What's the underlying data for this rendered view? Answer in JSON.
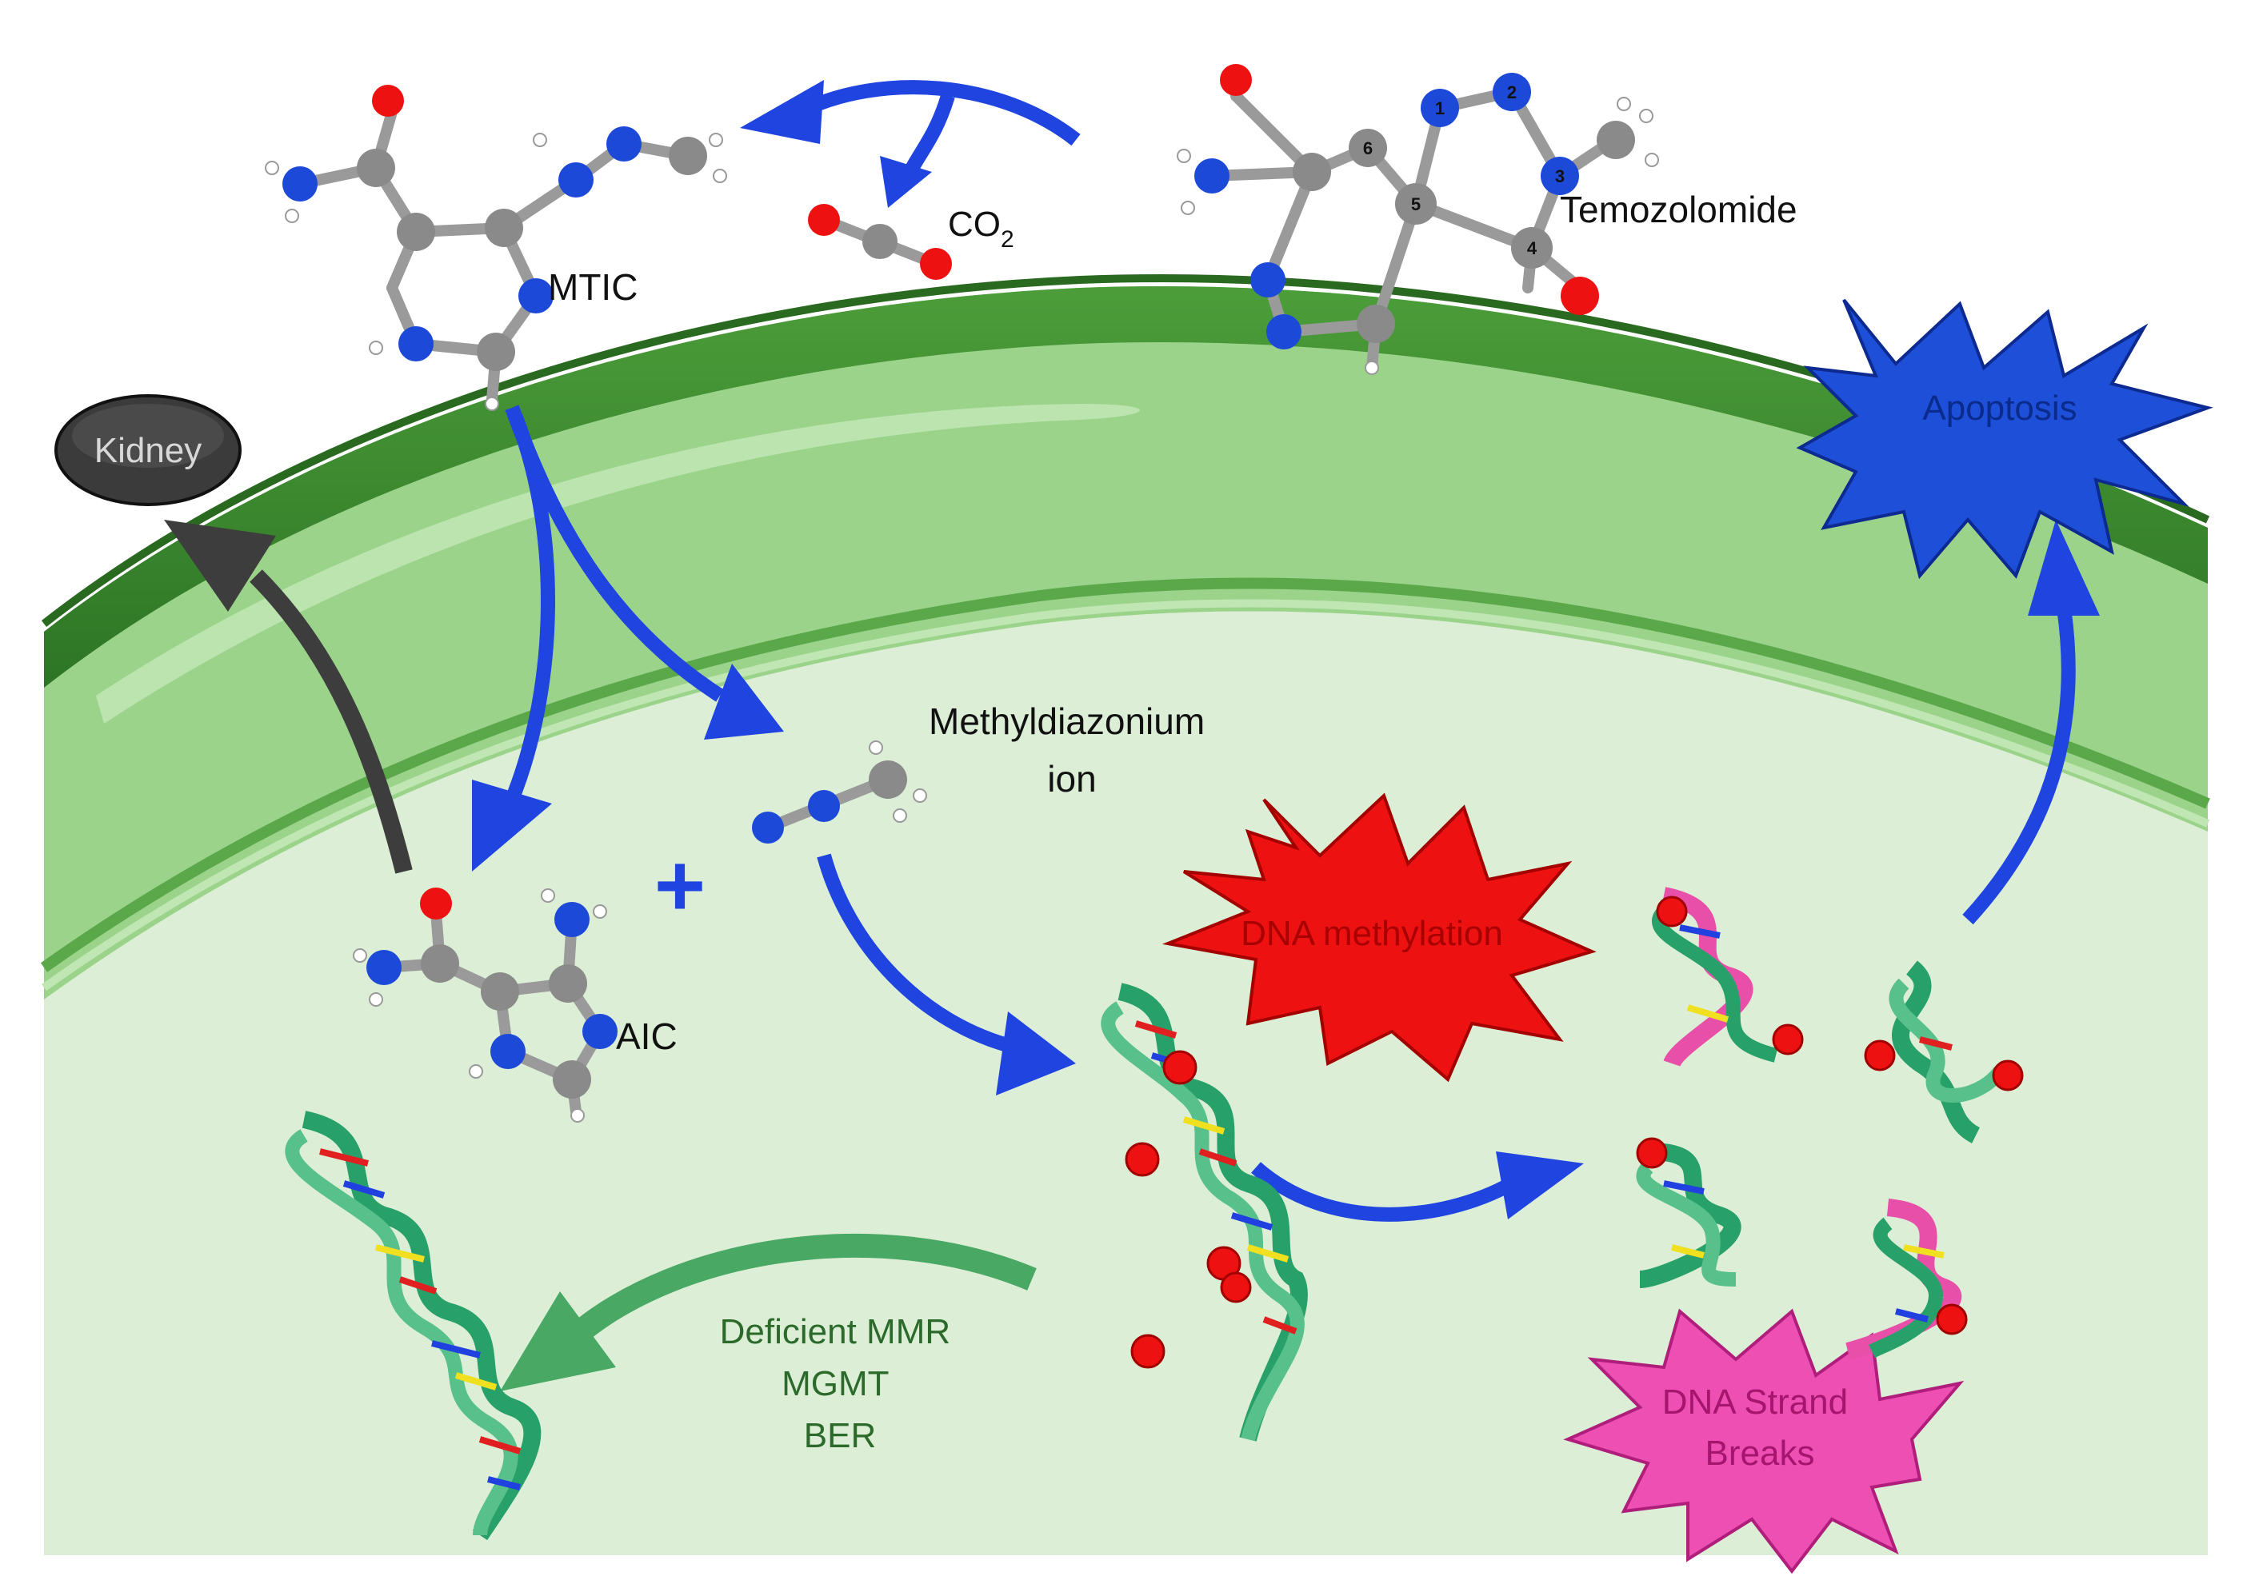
{
  "labels": {
    "temozolomide": "Temozolomide",
    "mtic": "MTIC",
    "co2_main": "CO",
    "co2_sub": "2",
    "kidney": "Kidney",
    "methyldiazonium_line1": "Methyldiazonium",
    "methyldiazonium_line2": "ion",
    "plus": "+",
    "aic": "AIC",
    "apoptosis": "Apoptosis",
    "dna_methylation": "DNA methylation",
    "dna_strand_breaks_line1": "DNA Strand",
    "dna_strand_breaks_line2": "Breaks",
    "repair_line1": "Deficient MMR",
    "repair_line2": "MGMT",
    "repair_line3": "BER"
  },
  "ring_numbers": [
    "1",
    "2",
    "3",
    "4",
    "5",
    "6"
  ],
  "colors": {
    "pathway_arrow": "#1f44e0",
    "excretion_arrow": "#3d3d3d",
    "repair_arrow": "#4aa865",
    "membrane_outer": "#3f8f30",
    "membrane_light": "#8fd07f",
    "cytoplasm": "#dcefd6",
    "apoptosis_burst": "#1e4fd8",
    "methylation_burst": "#ee1111",
    "strand_break_burst": "#ee4fb3",
    "repair_text": "#2c6a2c"
  }
}
